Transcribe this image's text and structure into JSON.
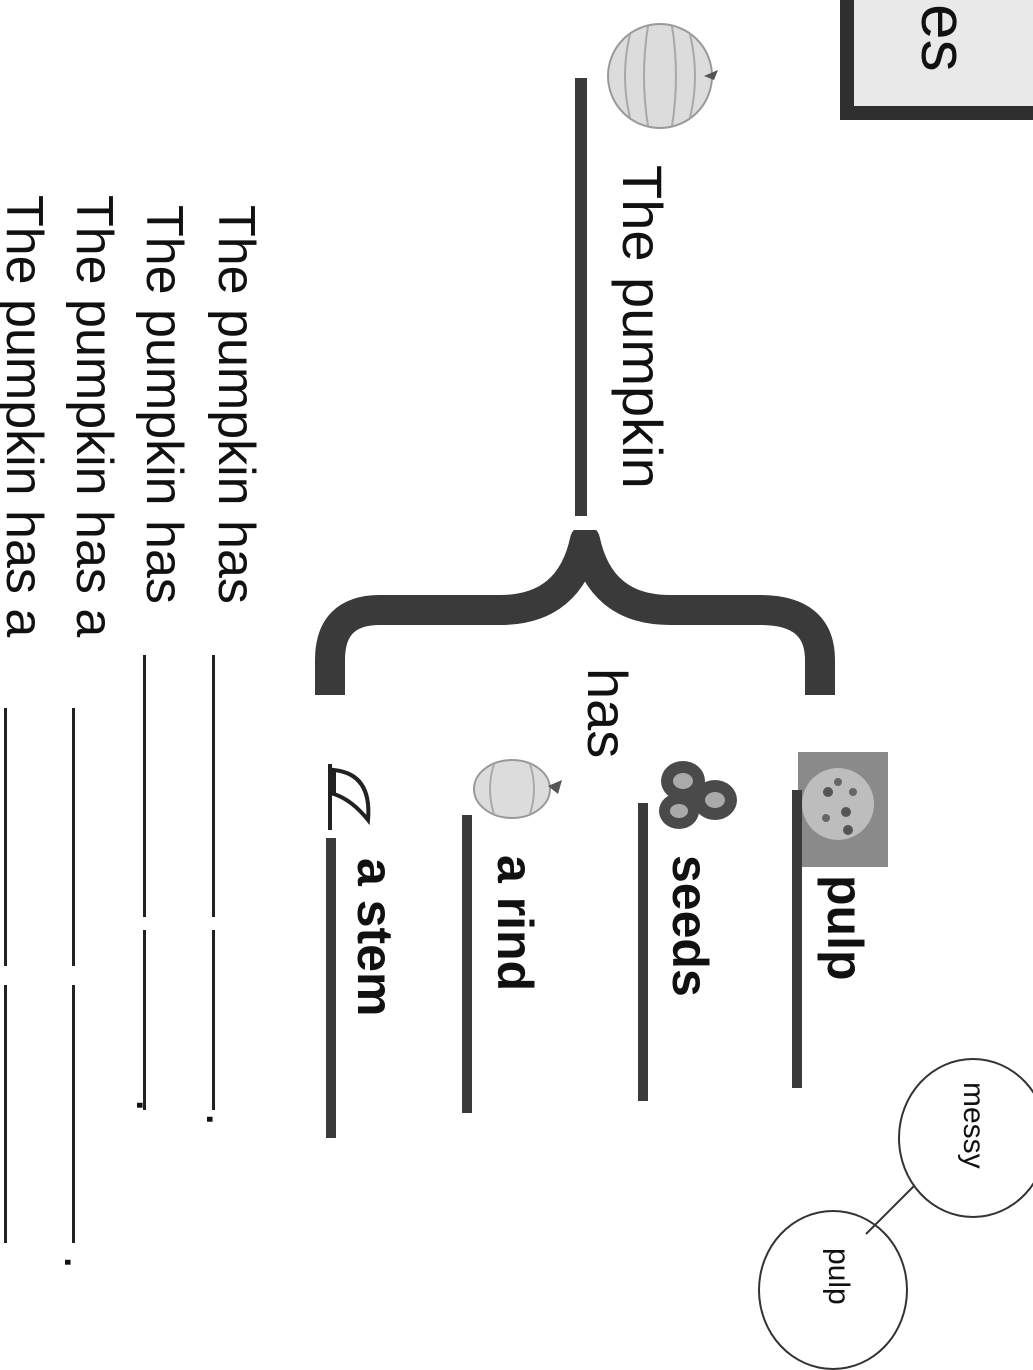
{
  "header": {
    "title_fragment": "es"
  },
  "diagram": {
    "root_label": "The pumpkin",
    "connector_label": "has",
    "parts": [
      {
        "label": "pulp",
        "icon": "pulp-icon"
      },
      {
        "label": "seeds",
        "icon": "seeds-icon"
      },
      {
        "label": "a rind",
        "icon": "pumpkin-icon"
      },
      {
        "label": "a stem",
        "icon": "stem-icon"
      }
    ]
  },
  "web": {
    "center": "pulp",
    "describer": "messy"
  },
  "sentences": [
    {
      "prompt": "The pumpkin has",
      "end": "."
    },
    {
      "prompt": "The pumpkin has",
      "end": "."
    },
    {
      "prompt": "The pumpkin has a",
      "end": "."
    },
    {
      "prompt": "The pumpkin has a",
      "end": ""
    }
  ],
  "colors": {
    "bar": "#3a3a3a",
    "title_box_bg": "#e9e9e9",
    "title_box_border": "#2f2f2f"
  }
}
